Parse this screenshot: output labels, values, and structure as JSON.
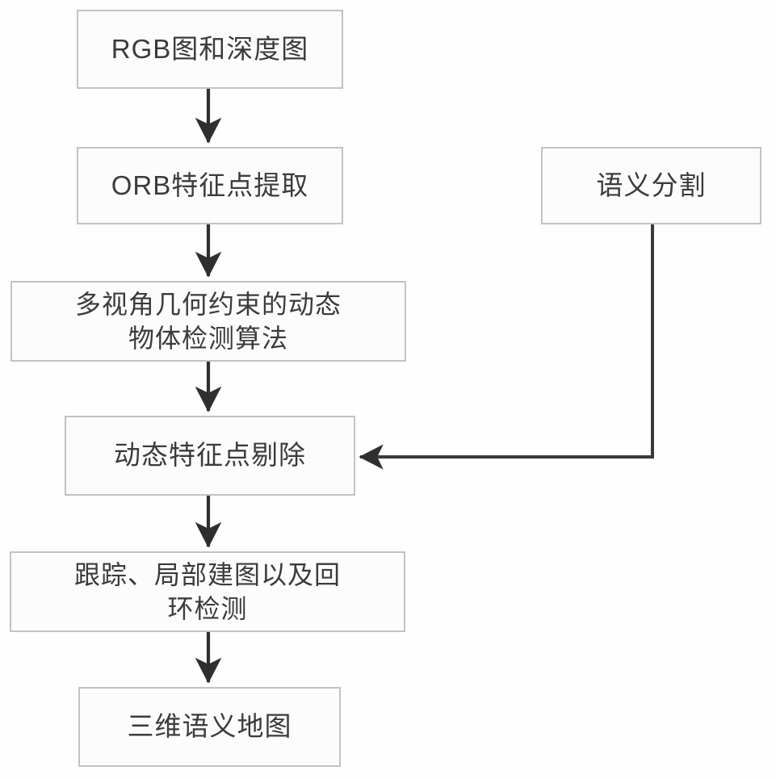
{
  "diagram": {
    "type": "flowchart",
    "orientation": "top-to-bottom",
    "background_color": "#fefefe",
    "box_border_color": "#c2c2c2",
    "box_fill_color": "#fcfcfc",
    "edge_color": "#3a3a3a",
    "text_color": "#3b3b3b",
    "nodes": [
      {
        "id": "rgb-depth",
        "label": "RGB图和深度图"
      },
      {
        "id": "orb-extract",
        "label": "ORB特征点提取"
      },
      {
        "id": "multiview",
        "label": "多视角几何约束的动态\n物体检测算法"
      },
      {
        "id": "dynamic-remove",
        "label": "动态特征点剔除"
      },
      {
        "id": "tracking",
        "label": "跟踪、局部建图以及回\n环检测"
      },
      {
        "id": "semantic-map",
        "label": "三维语义地图"
      },
      {
        "id": "semantic-seg",
        "label": "语义分割"
      }
    ],
    "edges": [
      {
        "from": "rgb-depth",
        "to": "orb-extract",
        "style": "arrow-down"
      },
      {
        "from": "orb-extract",
        "to": "multiview",
        "style": "arrow-down"
      },
      {
        "from": "multiview",
        "to": "dynamic-remove",
        "style": "arrow-down"
      },
      {
        "from": "dynamic-remove",
        "to": "tracking",
        "style": "arrow-down"
      },
      {
        "from": "tracking",
        "to": "semantic-map",
        "style": "arrow-down"
      },
      {
        "from": "semantic-seg",
        "to": "dynamic-remove",
        "style": "elbow-down-left-arrow"
      }
    ]
  }
}
